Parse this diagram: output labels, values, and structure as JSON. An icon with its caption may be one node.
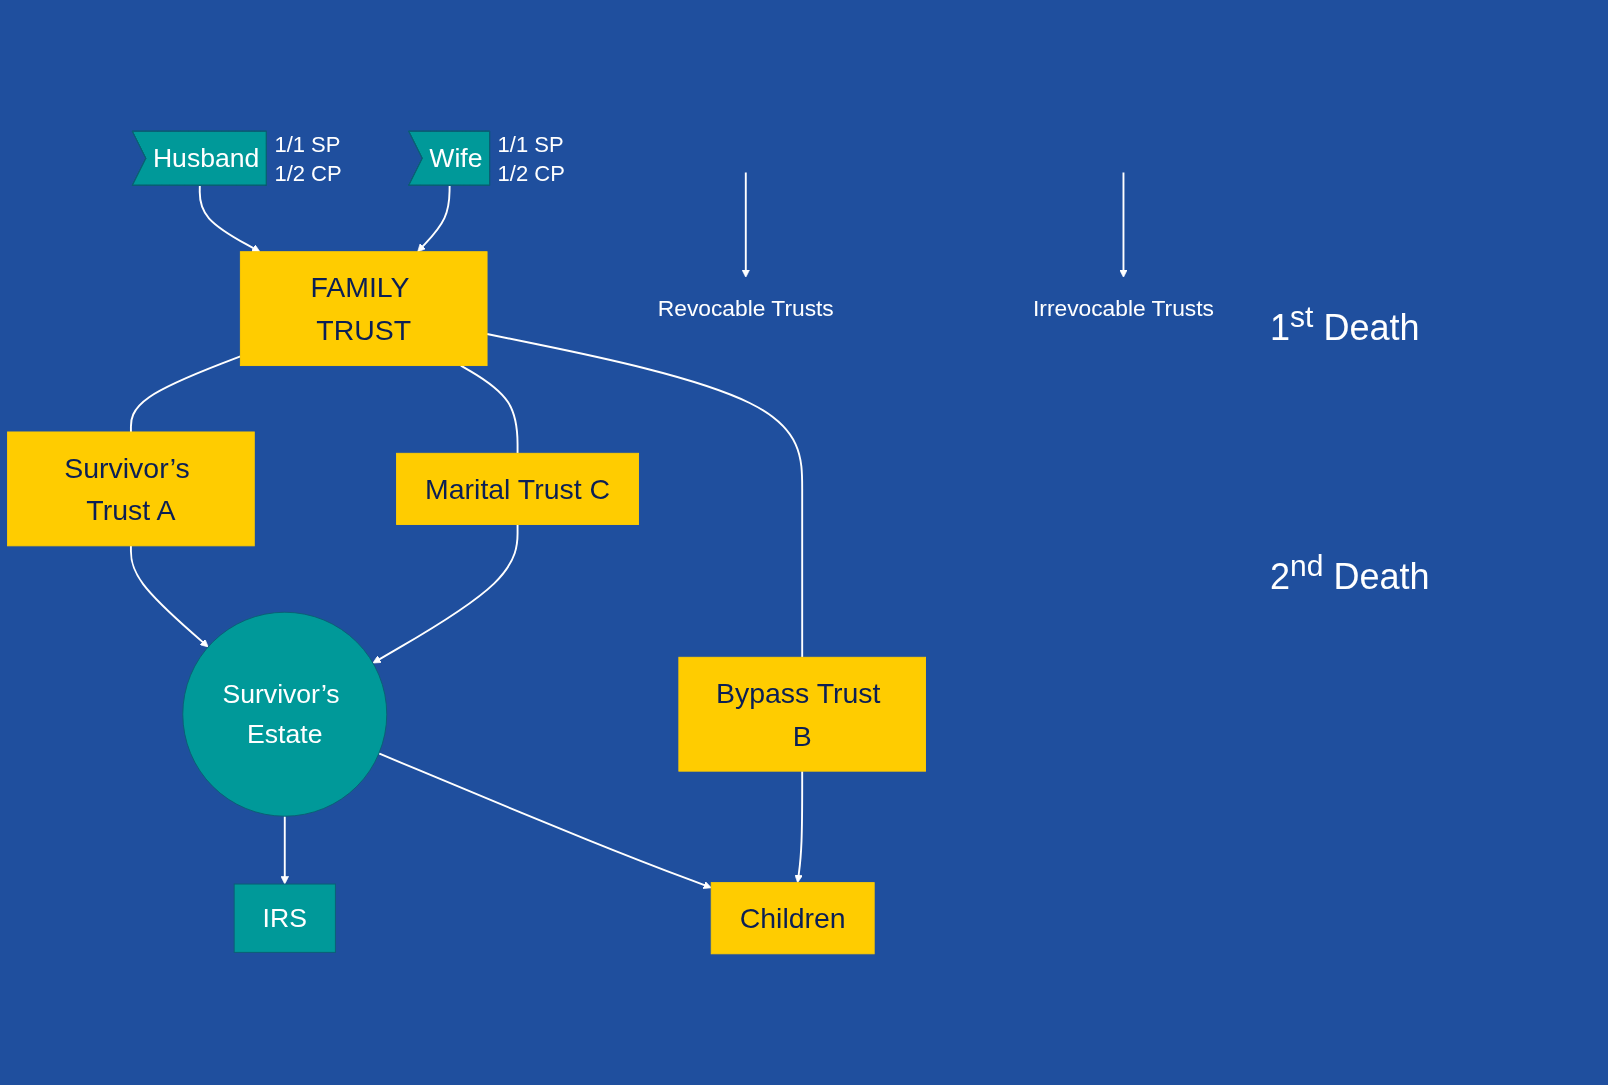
{
  "diagram": {
    "nodes": [
      {
        "text": [
          "Husband"
        ],
        "beside": [
          "1/1 SP",
          "1/2 CP"
        ]
      },
      {
        "text": [
          "FAMILY TRUST"
        ]
      },
      {
        "text": [
          "Wife"
        ],
        "beside": [
          "1/1 SP",
          "1/2 CP"
        ]
      },
      {
        "text": [
          "Revocable Trusts"
        ]
      },
      {
        "text": [
          "Irrevocable Trusts"
        ]
      },
      {
        "text": [
          "Survivor’s Trust A"
        ]
      },
      {
        "text": [
          "Marital Trust C"
        ]
      },
      {
        "text": [
          "Bypass Trust B"
        ]
      },
      {
        "text": [
          "Survivor’s Estate"
        ]
      },
      {
        "text": [
          "IRS"
        ]
      },
      {
        "text": [
          "Children"
        ]
      }
    ],
    "edges": [
      {
        "from": 0,
        "to": 1,
        "arrow": "to"
      },
      {
        "from": 2,
        "to": 1,
        "arrow": "to"
      },
      {
        "from": null,
        "to": 3,
        "arrow": "to"
      },
      {
        "from": null,
        "to": 4,
        "arrow": "to"
      },
      {
        "from": 1,
        "to": 5,
        "arrow": "none"
      },
      {
        "from": 1,
        "to": 6,
        "arrow": "none"
      },
      {
        "from": 1,
        "to": 7,
        "arrow": "none"
      },
      {
        "from": 5,
        "to": 8,
        "arrow": "to"
      },
      {
        "from": 6,
        "to": 8,
        "arrow": "to"
      },
      {
        "from": 8,
        "to": 9,
        "arrow": "to"
      },
      {
        "from": 8,
        "to": 10,
        "arrow": "to"
      },
      {
        "from": 7,
        "to": 10,
        "arrow": "to"
      }
    ],
    "labels": [
      "1$^{st}$ Death",
      "2$^{nd}$ Death"
    ]
  }
}
